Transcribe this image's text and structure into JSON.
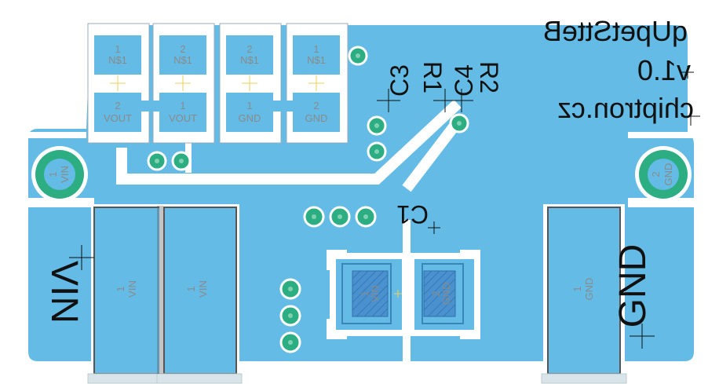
{
  "board": {
    "title": "qUpetStteB",
    "version": "v1.0",
    "site": "chiptron.cz"
  },
  "designators": {
    "c3": "C3",
    "r1": "R1",
    "c4": "C4",
    "r2": "R2",
    "c1": "C1"
  },
  "edge_labels": {
    "vin": "VIN",
    "gnd": "GND"
  },
  "top_pads": [
    {
      "pin": "1",
      "net": "N$1"
    },
    {
      "pin": "2",
      "net": "N$1"
    },
    {
      "pin": "2",
      "net": "N$1"
    },
    {
      "pin": "1",
      "net": "N$1"
    }
  ],
  "bottom_pads": [
    {
      "pin": "2",
      "net": "VOUT"
    },
    {
      "pin": "1",
      "net": "VOUT"
    },
    {
      "pin": "1",
      "net": "GND"
    },
    {
      "pin": "2",
      "net": "GND"
    }
  ],
  "holes": {
    "left": {
      "pin": "1",
      "net": "VIN"
    },
    "right": {
      "pin": "2",
      "net": "GND"
    }
  },
  "big_pads": {
    "vin_a": {
      "pin": "1",
      "net": "VIN"
    },
    "vin_b": {
      "pin": "1",
      "net": "VIN"
    },
    "gnd": {
      "pin": "1",
      "net": "GND"
    }
  },
  "smd_pads": {
    "left": {
      "pin": "1",
      "net": "VIN"
    },
    "right": {
      "pin": "2",
      "net": "GND"
    }
  },
  "colors": {
    "copper": "#64bce6",
    "via": "#2cae82",
    "silk": "#111111"
  }
}
